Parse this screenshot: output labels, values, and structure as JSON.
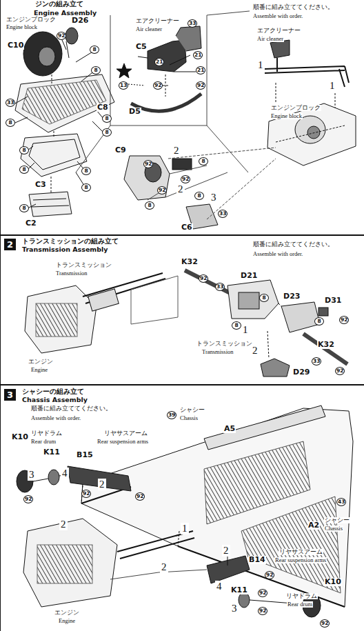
{
  "diagram": {
    "nodes": [
      {
        "text": [
          "2",
          "トランスミッションの組み立て",
          "Transmission Assembly"
        ]
      },
      {
        "text": [
          "3",
          "シャシーの組み立て",
          "Chassis Assembly"
        ]
      }
    ],
    "labels": [
      "ジンの組み立て",
      "Engine Assembly",
      "エンジンブロック",
      "Engine block",
      "D26",
      "C10",
      "92",
      "8",
      "8",
      "33",
      "8",
      "C8",
      "8",
      "8",
      "8",
      "8",
      "C3",
      "8",
      "8",
      "8",
      "C2",
      "エアクリーナー",
      "Air cleaner",
      "C5",
      "21",
      "33",
      "21",
      "21",
      "13",
      "92",
      "92",
      "D5",
      "順番に組み立ててください。",
      "Assemble with order.",
      "エアクリーナー",
      "Air cleaner",
      "1",
      "1",
      "エンジンブロック",
      "Engine block",
      "C9",
      "92",
      "2",
      "8",
      "92",
      "2",
      "8",
      "92",
      "8",
      "3",
      "33",
      "C6",
      "トランスミッション",
      "Transmission",
      "エンジン",
      "Engine",
      "順番に組み立ててください。",
      "Assemble with order.",
      "K32",
      "92",
      "33",
      "D21",
      "8",
      "8",
      "1",
      "トランスミッション",
      "Transmission",
      "D23",
      "D31",
      "8",
      "92",
      "K32",
      "2",
      "33",
      "92",
      "D29",
      "順番に組み立ててください。",
      "Assemble with order.",
      "39",
      "シャシー",
      "Chassis",
      "K10",
      "リヤドラム",
      "Rear drum",
      "K11",
      "リヤサスアーム",
      "Rear suspension arms",
      "B15",
      "A5",
      "3",
      "4",
      "92",
      "92",
      "2",
      "92",
      "43",
      "2",
      "1",
      "A2",
      "シャシー",
      "Chassis",
      "2",
      "2",
      "B14",
      "92",
      "リヤサスアーム",
      "Rear suspension arms",
      "4",
      "K11",
      "92",
      "92",
      "3",
      "K10",
      "リヤドラム",
      "Rear drum",
      "92",
      "エンジン",
      "Engine"
    ]
  }
}
